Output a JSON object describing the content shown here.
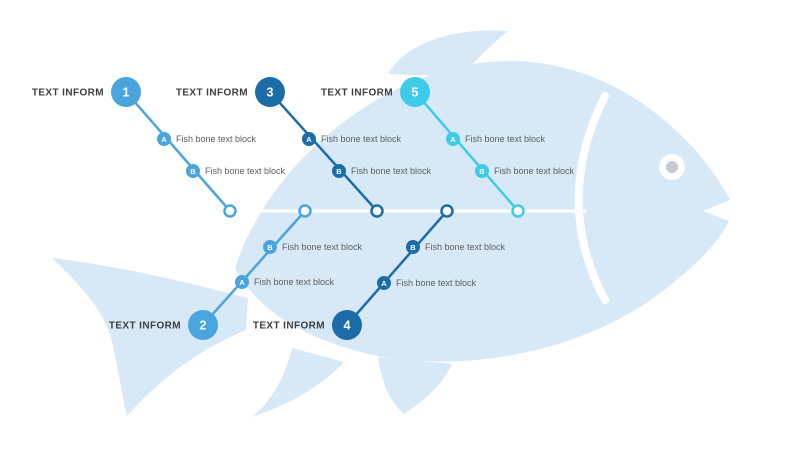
{
  "colors": {
    "fish_body": "#D7E9F7",
    "spine": "#FFFFFF",
    "eye_ring": "#FFFFFF",
    "eye_dot": "#C6CBD0",
    "light_blue": "#4AA5DF",
    "dark_blue": "#1C6CA8",
    "cyan": "#3DCBE8"
  },
  "branches": [
    {
      "number": "1",
      "label": "TEXT INFORM",
      "color": "#4AA5DF",
      "side": "top",
      "items": [
        {
          "letter": "A",
          "text": "Fish bone text block"
        },
        {
          "letter": "B",
          "text": "Fish bone text block"
        }
      ]
    },
    {
      "number": "2",
      "label": "TEXT INFORM",
      "color": "#4AA5DF",
      "side": "bottom",
      "items": [
        {
          "letter": "A",
          "text": "Fish bone text block"
        },
        {
          "letter": "B",
          "text": "Fish bone text block"
        }
      ]
    },
    {
      "number": "3",
      "label": "TEXT INFORM",
      "color": "#1C6CA8",
      "side": "top",
      "items": [
        {
          "letter": "A",
          "text": "Fish bone text block"
        },
        {
          "letter": "B",
          "text": "Fish bone text block"
        }
      ]
    },
    {
      "number": "4",
      "label": "TEXT INFORM",
      "color": "#1C6CA8",
      "side": "bottom",
      "items": [
        {
          "letter": "A",
          "text": "Fish bone text block"
        },
        {
          "letter": "B",
          "text": "Fish bone text block"
        }
      ]
    },
    {
      "number": "5",
      "label": "TEXT INFORM",
      "color": "#3DCBE8",
      "side": "top",
      "items": [
        {
          "letter": "A",
          "text": "Fish bone text block"
        },
        {
          "letter": "B",
          "text": "Fish bone text block"
        }
      ]
    }
  ]
}
